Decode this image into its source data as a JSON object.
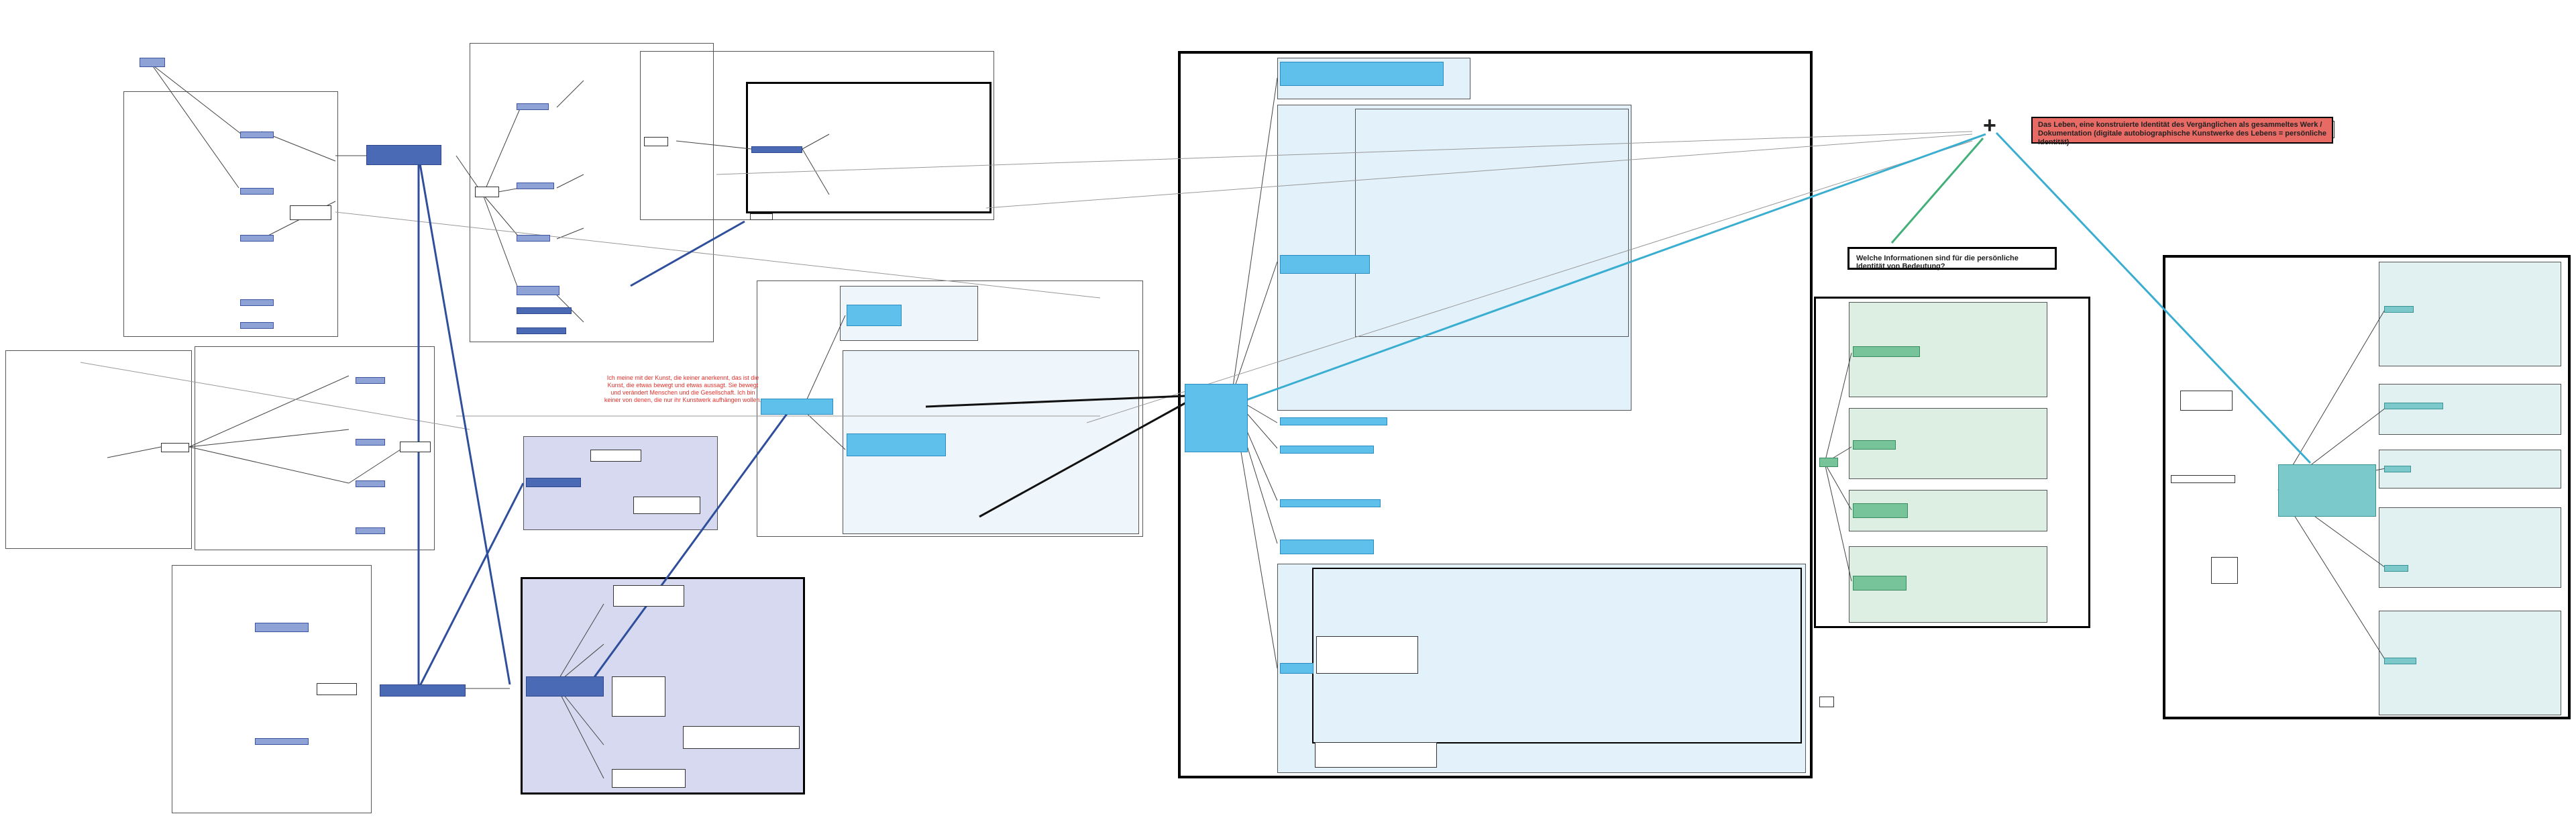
{
  "diagram": {
    "title": "Das Leben, eine konstruierte Identität des Vergänglichen als gesammeltes Werk / Dokumentation (digitale autobiographische Kunstwerke des Lebens = persönliche Identität)",
    "question": "Welche Informationen sind für die persönliche Identität von Bedeutung?",
    "plus_sign": "+",
    "red_note": "Ich meine mit der Kunst, die keiner anerkennt, das ist die Kunst, die etwas bewegt und etwas aussagt. Sie bewegt und verändert Menschen und die Gesellschaft. Ich bin keiner von denen, die nur ihr Kunstwerk aufhängen wollen.",
    "palette": {
      "dark_blue": "#4a6ab6",
      "mid_blue": "#8ea2d6",
      "cyan": "#5fc0ec",
      "green": "#77c39a",
      "teal": "#7cc9cc",
      "red": "#e86a64",
      "lavender_bg": "#d6d9ef"
    }
  }
}
